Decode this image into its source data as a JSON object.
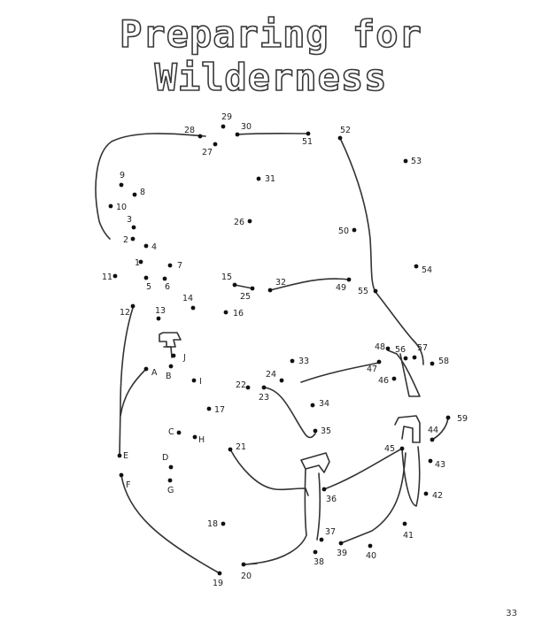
{
  "page": {
    "title": "Preparing for Wilderness",
    "page_number": "33"
  },
  "dots": [
    "1",
    "2",
    "3",
    "4",
    "5",
    "6",
    "7",
    "8",
    "9",
    "10",
    "11",
    "12",
    "13",
    "14",
    "15",
    "16",
    "17",
    "18",
    "19",
    "20",
    "21",
    "22",
    "23",
    "24",
    "25",
    "26",
    "27",
    "28",
    "29",
    "30",
    "31",
    "32",
    "33",
    "34",
    "35",
    "36",
    "37",
    "38",
    "39",
    "40",
    "41",
    "42",
    "43",
    "44",
    "45",
    "46",
    "47",
    "48",
    "49",
    "50",
    "51",
    "52",
    "53",
    "54",
    "55",
    "56",
    "57",
    "58",
    "59",
    "A",
    "B",
    "C",
    "D",
    "E",
    "F",
    "G",
    "H",
    "I",
    "J"
  ]
}
